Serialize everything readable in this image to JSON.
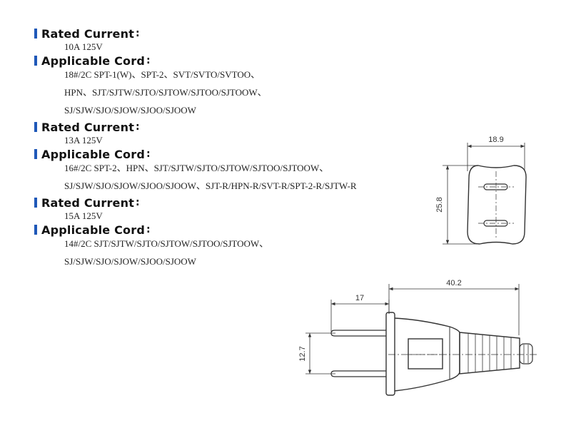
{
  "colon": ":",
  "specs": [
    {
      "rated_label": "Rated Current",
      "rated_value": "10A 125V",
      "cord_label": "Applicable Cord",
      "cord_lines": [
        "18#/2C SPT-1(W)、SPT-2、SVT/SVTO/SVTOO、",
        "HPN、SJT/SJTW/SJTO/SJTOW/SJTOO/SJTOOW、",
        "SJ/SJW/SJO/SJOW/SJOO/SJOOW"
      ]
    },
    {
      "rated_label": "Rated Current",
      "rated_value": "13A 125V",
      "cord_label": "Applicable Cord",
      "cord_lines": [
        "16#/2C SPT-2、HPN、SJT/SJTW/SJTO/SJTOW/SJTOO/SJTOOW、",
        "SJ/SJW/SJO/SJOW/SJOO/SJOOW、SJT-R/HPN-R/SVT-R/SPT-2-R/SJTW-R"
      ]
    },
    {
      "rated_label": "Rated Current",
      "rated_value": "15A 125V",
      "cord_label": "Applicable Cord",
      "cord_lines": [
        "14#/2C SJT/SJTW/SJTO/SJTOW/SJTOO/SJTOOW、",
        "SJ/SJW/SJO/SJOW/SJOO/SJOOW"
      ]
    }
  ],
  "dimensions": {
    "face_width": "18.9",
    "face_height": "25.8",
    "plug_length": "40.2",
    "blade_length": "17",
    "blade_spacing": "12.7"
  },
  "colors": {
    "heading_marker": "#1f58b8",
    "line": "#333333"
  }
}
